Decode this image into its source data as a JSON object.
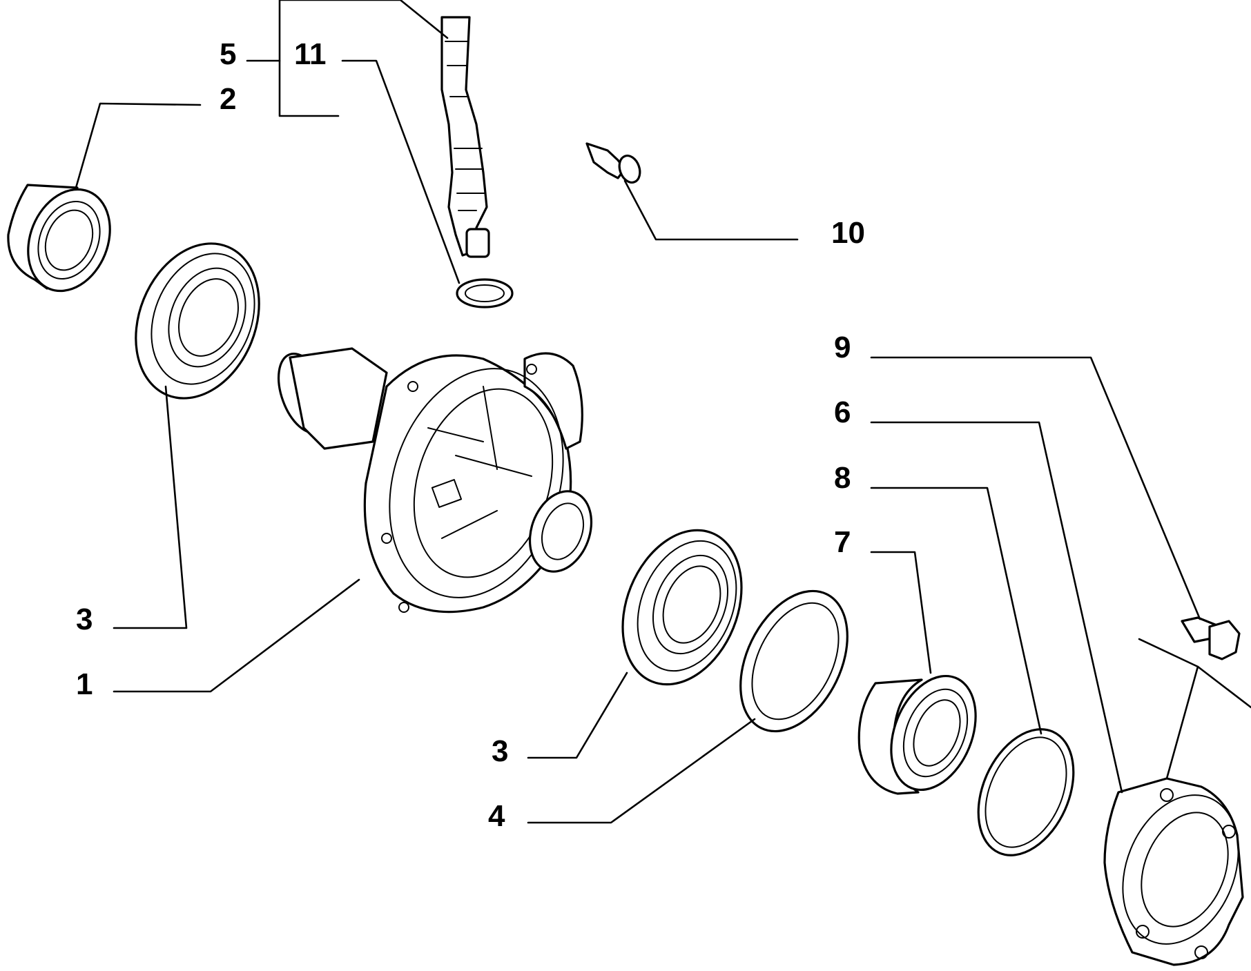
{
  "colors": {
    "background": "#ffffff",
    "line": "#000000"
  },
  "callouts": {
    "c1": "1",
    "c2": "2",
    "c3_left": "3",
    "c3_right": "3",
    "c4": "4",
    "c5": "5",
    "c6": "6",
    "c7": "7",
    "c8": "8",
    "c9": "9",
    "c10": "10",
    "c11": "11"
  }
}
